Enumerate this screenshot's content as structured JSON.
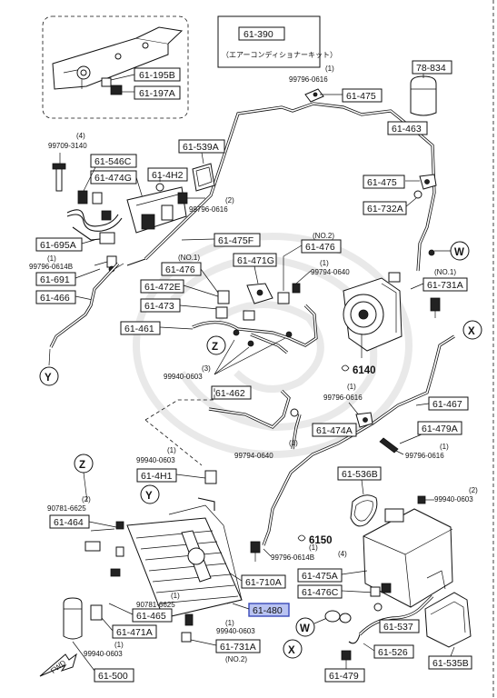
{
  "title_box": {
    "code": "61-390",
    "subtitle": "（エアーコンディショナーキット）"
  },
  "section_refs": {
    "compressor": "6140",
    "heater_unit": "6150"
  },
  "arrow_label": "FWD",
  "connectors": {
    "w": "W",
    "x": "X",
    "y": "Y",
    "z": "Z"
  },
  "qty": {
    "one": "(1)",
    "two": "(2)",
    "three": "(3)",
    "four": "(4)",
    "no1": "(NO.1)",
    "no2": "(NO.2)"
  },
  "hardware": {
    "h99796_0616": "99796-0616",
    "h99796_0614b": "99796-0614B",
    "h99709_3140": "99709-3140",
    "h99794_0640": "99794-0640",
    "h99940_0603": "99940-0603",
    "h90781_6625": "90781-6625"
  },
  "labels": {
    "p61_195b": "61-195B",
    "p61_197a": "61-197A",
    "p78_834": "78-834",
    "p61_475": "61-475",
    "p61_463": "61-463",
    "p61_539a": "61-539A",
    "p61_546c": "61-546C",
    "p61_474g": "61-474G",
    "p61_4h2": "61-4H2",
    "p61_732a": "61-732A",
    "p61_695a": "61-695A",
    "p61_475f": "61-475F",
    "p61_476": "61-476",
    "p61_691": "61-691",
    "p61_471g": "61-471G",
    "p61_472e": "61-472E",
    "p61_466": "61-466",
    "p61_473": "61-473",
    "p61_731a": "61-731A",
    "p61_461": "61-461",
    "p61_462": "61-462",
    "p61_467": "61-467",
    "p61_474a": "61-474A",
    "p61_479a": "61-479A",
    "p61_4h1": "61-4H1",
    "p61_536b": "61-536B",
    "p61_464": "61-464",
    "p61_465": "61-465",
    "p61_710a": "61-710A",
    "p61_475a": "61-475A",
    "p61_476c": "61-476C",
    "p61_480": "61-480",
    "p61_471a": "61-471A",
    "p61_537": "61-537",
    "p61_526": "61-526",
    "p61_535b": "61-535B",
    "p61_500": "61-500",
    "p61_479": "61-479"
  },
  "colors": {
    "highlight_fill": "#b9c3f2",
    "highlight_stroke": "#3a4ab8",
    "ink": "#111111"
  }
}
